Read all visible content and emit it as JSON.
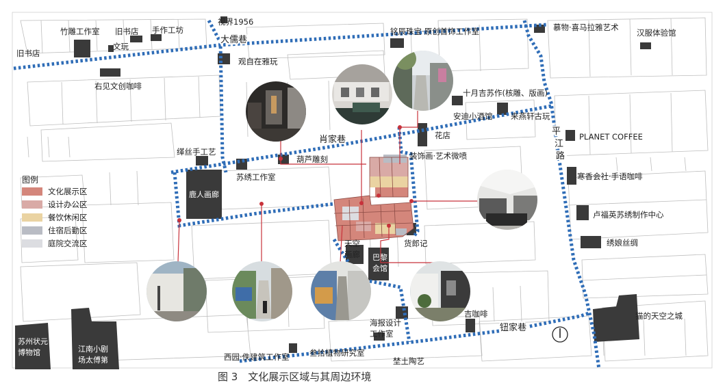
{
  "streets": {
    "daru_xiang": "大儒巷",
    "xiaojia_xiang": "肖家巷",
    "niujia_xiang": "钮家巷",
    "pingjiang_lu": "平江路"
  },
  "places": {
    "shijie_1956": "视界1956",
    "zhudiao": "竹雕工作室",
    "jiushudian_top": "旧书店",
    "shouzuo": "手作工坊",
    "wenwan": "文玩",
    "jiushudian_left": "旧书店",
    "youjian": "右见文创咖啡",
    "guanzi": "观自在雅玩",
    "mingchen": "铭辰珠宝·原创首饰工作室",
    "mumu": "慕物·喜马拉雅艺术",
    "hanfu": "汉服体验馆",
    "shiyue": "十月吉苏作(核雕、版画)",
    "andi": "安迪小酒馆",
    "laiyan": "来燕轩古玩",
    "huadian": "花店",
    "planet": "PLANET COFFEE",
    "zhuangshi": "装饰画·艺术微喷",
    "hulu": "葫芦雕刻",
    "sisi": "缂丝手工艺",
    "suxiu": "苏绣工作室",
    "luren": "鹿人画廊",
    "hanxiang": "寒香会社·手语咖啡",
    "lufuying": "卢福英苏绣制作中心",
    "xiuniang": "绣娘丝绸",
    "tiankong_1": "天空",
    "tiankong_2": "画廊",
    "bali_1": "巴黎",
    "bali_2": "会馆",
    "huolangji": "货郎记",
    "haibao_1": "海报设计",
    "haibao_2": "工作室",
    "jikafei": "吉咖啡",
    "maode": "猫的天空之城",
    "zhuangyuan_1": "苏州状元",
    "zhuangyuan_2": "博物馆",
    "jiangnan_1": "江南小剧",
    "jiangnan_2": "场太傅第",
    "xiyuan": "西园·佚建筑工作室",
    "canshi": "叁拾植物研究室",
    "chentu": "埜土陶艺"
  },
  "legend": {
    "title": "图例",
    "items": [
      {
        "label": "文化展示区",
        "color": "#d4867b"
      },
      {
        "label": "设计办公区",
        "color": "#d9aaa6"
      },
      {
        "label": "餐饮休闲区",
        "color": "#ead3a2"
      },
      {
        "label": "住宿后勤区",
        "color": "#b9bcc4"
      },
      {
        "label": "庭院交流区",
        "color": "#dcdde1"
      }
    ]
  },
  "caption": "图 3　文化展示区域与其周边环境",
  "colors": {
    "route": "#2f6db7",
    "connector": "#c8323b",
    "building": "#3a3a3a",
    "map_lines": "#b3b3b3"
  },
  "icons": {
    "compass": "north-compass-icon"
  }
}
